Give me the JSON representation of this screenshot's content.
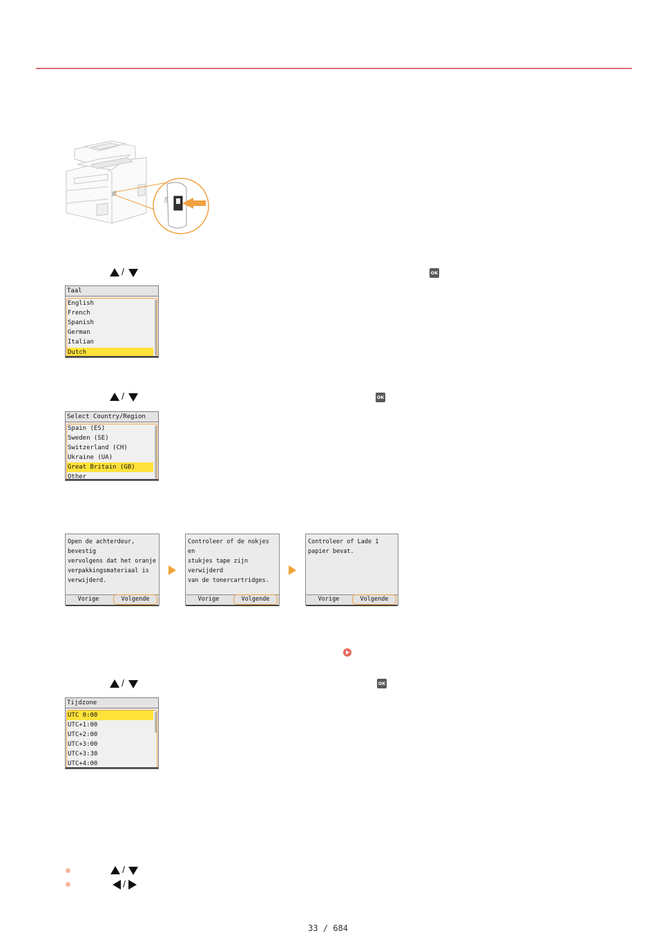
{
  "step_language": {
    "icons": [
      "up-arrow-key",
      "down-arrow-key",
      "ok-key"
    ],
    "ok_label": "OK",
    "screen": {
      "title": "Taal",
      "items": [
        "English",
        "French",
        "Spanish",
        "German",
        "Italian",
        "Dutch"
      ],
      "selected": "Dutch"
    }
  },
  "step_country": {
    "ok_label": "OK",
    "screen": {
      "title": "Select Country/Region",
      "items": [
        "Spain (ES)",
        "Sweden (SE)",
        "Switzerland (CH)",
        "Ukraine (UA)",
        "Great Britain (GB)",
        "Other"
      ],
      "selected": "Great Britain (GB)"
    }
  },
  "step_packing": {
    "screens": [
      {
        "text": "Open de achterdeur, bevestig\nvervolgens dat het oranje\nverpakkingsmateriaal is\nverwijderd.",
        "prev": "Vorige",
        "next": "Volgende"
      },
      {
        "text": "Controleer of de nokjes en\nstukjes tape zijn verwijderd\nvan de tonercartridges.",
        "prev": "Vorige",
        "next": "Volgende"
      },
      {
        "text": "Controleer of Lade 1\npapier bevat.",
        "prev": "Vorige",
        "next": "Volgende"
      }
    ]
  },
  "step_timezone": {
    "ok_label": "OK",
    "screen": {
      "title": "Tijdzone",
      "items": [
        "UTC 0:00",
        "UTC+1:00",
        "UTC+2:00",
        "UTC+3:00",
        "UTC+3:30",
        "UTC+4:00"
      ],
      "selected": "UTC 0:00"
    }
  },
  "footer": {
    "page_current": "33",
    "page_sep": "/",
    "page_total": "684"
  },
  "colors": {
    "rule": "#e06a78",
    "highlight": "#ffe23a",
    "selection_border": "#f0a040",
    "arrow": "#f2a33a"
  }
}
